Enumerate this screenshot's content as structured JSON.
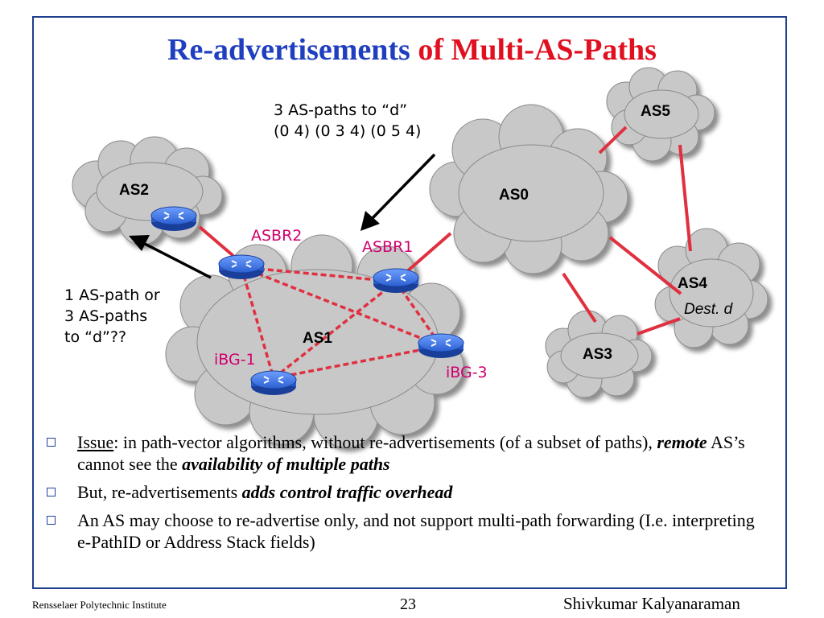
{
  "title": {
    "part1": "Re-advertisements",
    "part2": "of Multi-AS-Paths"
  },
  "diagram": {
    "as_labels": {
      "as0": "AS0",
      "as1": "AS1",
      "as2": "AS2",
      "as3": "AS3",
      "as4": "AS4",
      "as5": "AS5"
    },
    "dest_label": "Dest. d",
    "router_labels": {
      "asbr1": "ASBR1",
      "asbr2": "ASBR2",
      "ibg1": "iBG-1",
      "ibg3": "iBG-3"
    },
    "annotation_top": {
      "line1": "3 AS-paths to “d”",
      "line2": "(0 4) (0 3 4) (0 5 4)"
    },
    "annotation_left": {
      "line1": "1 AS-path or",
      "line2": "3 AS-paths",
      "line3": "to “d”??"
    }
  },
  "bullets": {
    "b1": {
      "issue": "Issue",
      "text1": ": in path-vector algorithms, without re-advertisements (of a subset of paths), ",
      "remote": "remote",
      "text2": " AS’s cannot see the ",
      "emph": "availability of multiple paths"
    },
    "b2": {
      "text": "But, re-advertisements ",
      "emph": "adds control traffic overhead"
    },
    "b3": {
      "text": "An AS may choose to re-advertise only, and not support multi-path forwarding (I.e. interpreting e-PathID or Address Stack fields)"
    }
  },
  "footer": {
    "left": "Rensselaer Polytechnic Institute",
    "page": "23",
    "right": "Shivkumar Kalyanaraman"
  },
  "colors": {
    "title_blue": "#1f3fbf",
    "title_red": "#e01020",
    "link_red": "#e03040",
    "router_blue": "#2a60d0",
    "cloud_gray": "#c8c8c8",
    "label_magenta": "#d0006f"
  }
}
